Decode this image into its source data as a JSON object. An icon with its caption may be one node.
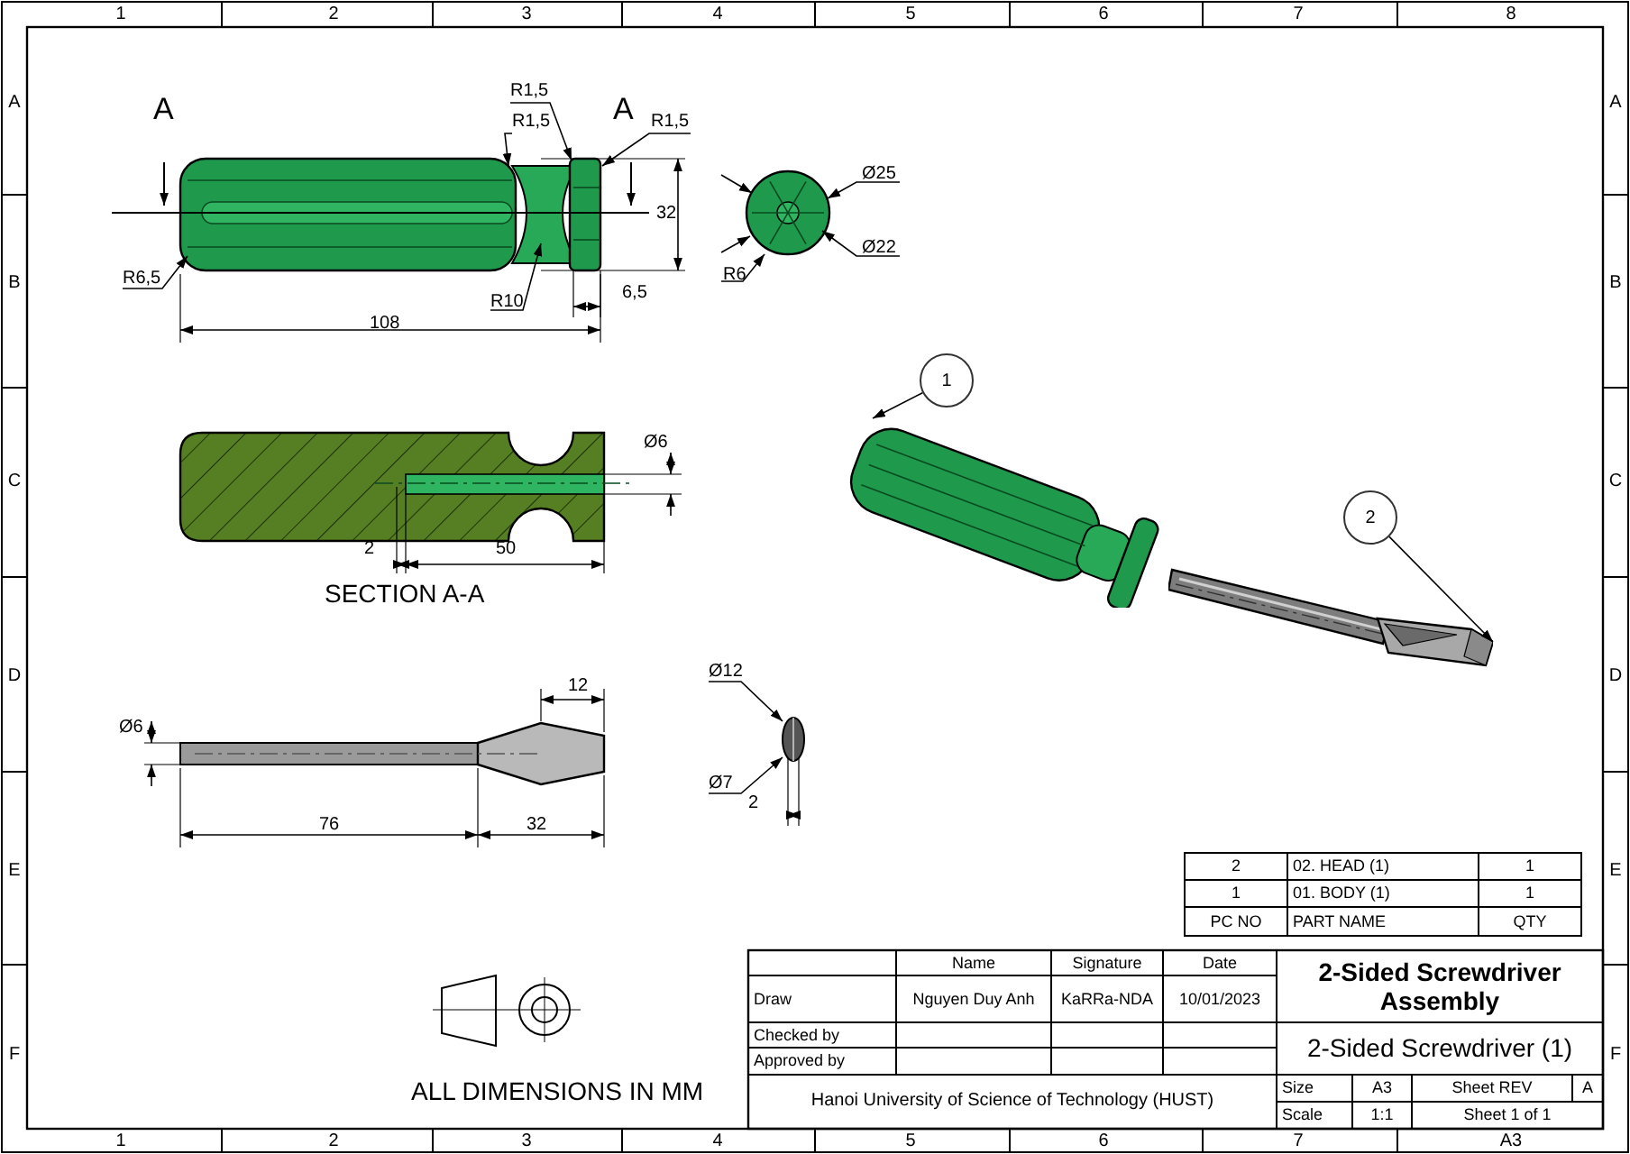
{
  "diagram": {
    "nodes": [
      {
        "text": [
          "1"
        ]
      },
      {
        "text": [],
        "shape": "picture"
      },
      {
        "text": [
          "2"
        ]
      },
      {
        "text": [],
        "shape": "picture"
      }
    ],
    "edges": [
      {
        "from": 0,
        "to": 1,
        "arrow": "to"
      },
      {
        "from": 2,
        "to": 3,
        "arrow": "to"
      }
    ],
    "labels": [
      "1",
      "2",
      "3",
      "4",
      "5",
      "6",
      "7",
      "8",
      "A",
      "B",
      "C",
      "D",
      "E",
      "F",
      "A",
      "B",
      "C",
      "D",
      "E",
      "F",
      "1",
      "2",
      "3",
      "4",
      "5",
      "6",
      "7",
      "A3",
      "A",
      "A",
      "R1,5",
      "R1,5",
      "R1,5",
      "32",
      "R6,5",
      "R10",
      "6,5",
      "108",
      "Ø25",
      "Ø22",
      "R6",
      "Ø6",
      "2",
      "50",
      "SECTION A-A",
      "Ø12",
      "Ø6",
      "12",
      "Ø7",
      "76",
      "32",
      "2",
      "ALL DIMENSIONS IN MM",
      "2",
      "02. HEAD (1)",
      "1",
      "1",
      "01. BODY (1)",
      "1",
      "PC NO",
      "PART NAME",
      "QTY",
      "Name",
      "Signature",
      "Date",
      "2-Sided Screwdriver Assembly",
      "Draw",
      "Nguyen Duy Anh",
      "KaRRa-NDA",
      "10/01/2023",
      "Checked by",
      "Approved by",
      "2-Sided Screwdriver (1)",
      "Hanoi University of Science of Technology (HUST)",
      "Size",
      "A3",
      "Sheet REV",
      "A",
      "Scale",
      "1:1",
      "Sheet 1 of 1"
    ]
  }
}
